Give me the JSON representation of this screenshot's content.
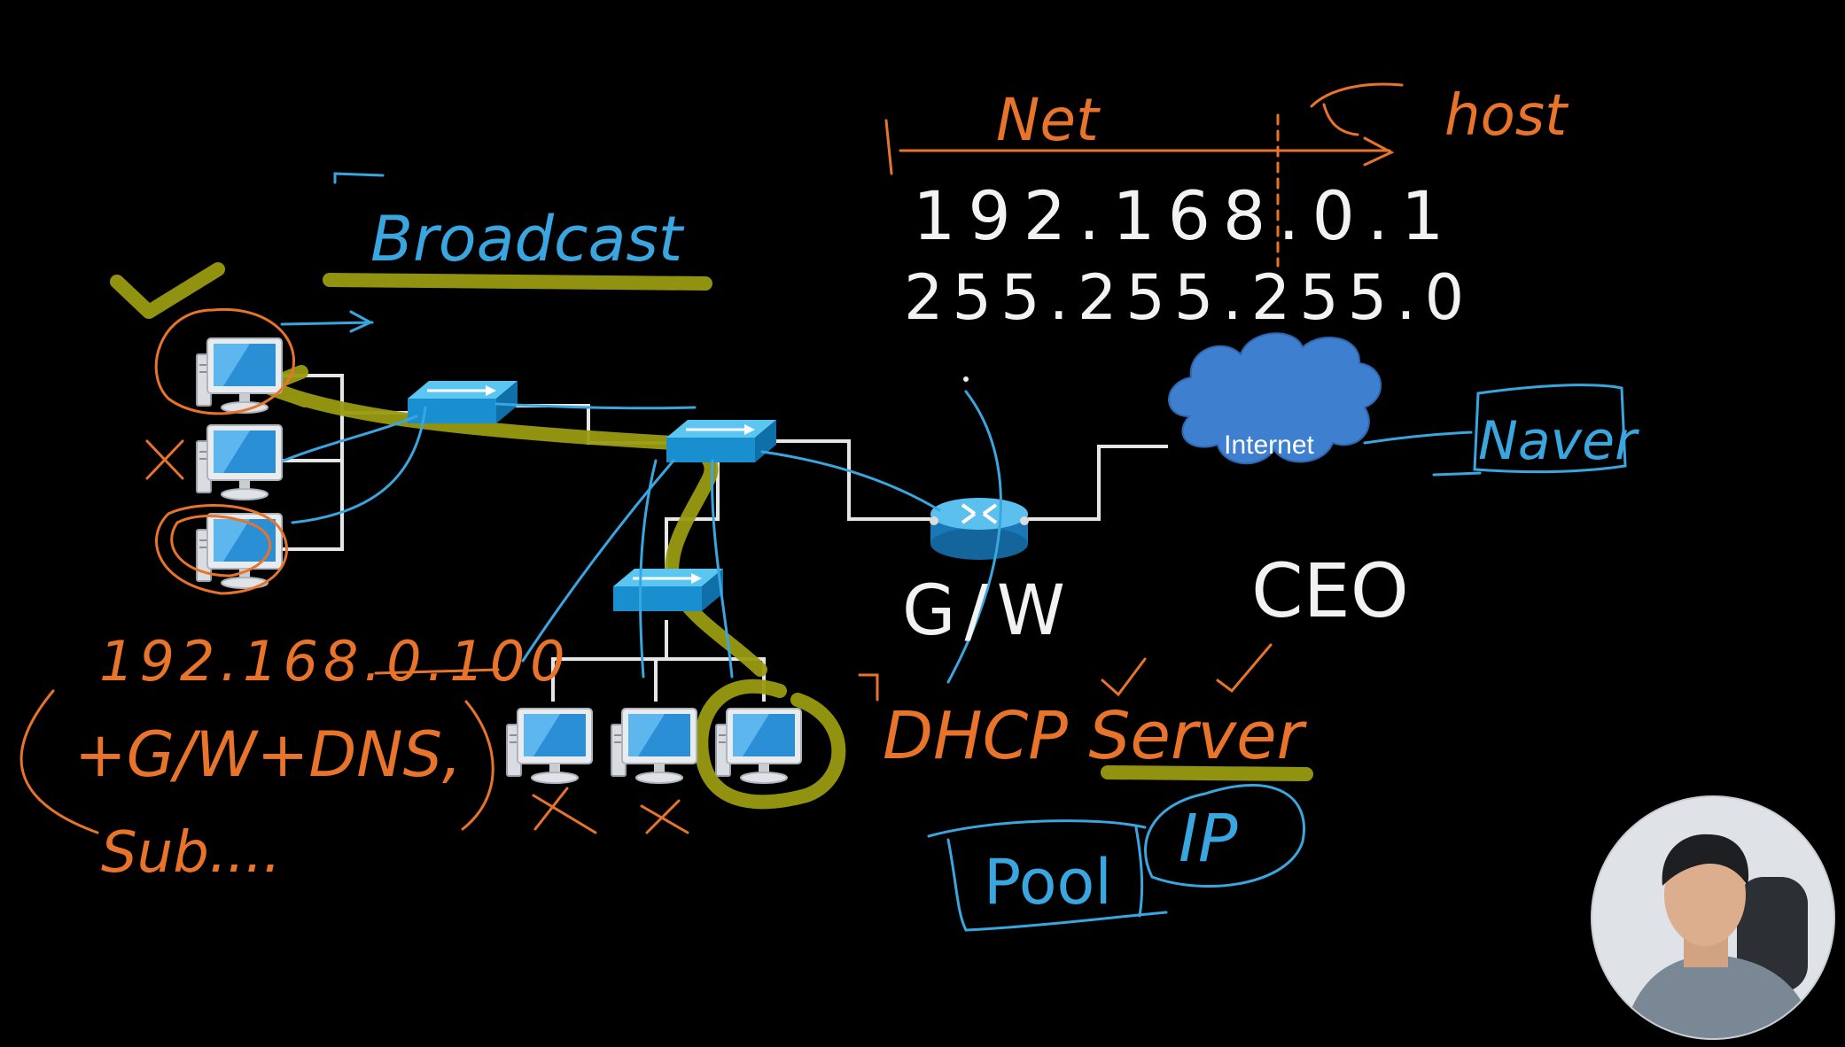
{
  "colors": {
    "background": "#000000",
    "ink_orange": "#e8732a",
    "ink_blue": "#3aa6e0",
    "ink_white": "#f2f2f2",
    "highlight_yellow": "#9a9a12",
    "device_blue": "#1e9bd7",
    "cloud_blue": "#3f7fd0",
    "wire_white": "#e6e6e6"
  },
  "annotations": {
    "broadcast": "Broadcast",
    "net_label": "Net",
    "host_label": "host",
    "ip_address": "192.168.0.1",
    "subnet_mask": "255.255.255.0",
    "gw": "G/W",
    "dhcp_server": "DHCP Server",
    "pool": "Pool",
    "ip": "IP",
    "naver": "Naver",
    "korean_word": "CEO",
    "assigned_ip": "192.168.0.100",
    "plus_gw_dns": "+G/W+DNS,",
    "sub": "Sub....",
    "x_mark": "×"
  },
  "cloud": {
    "label": "Internet"
  },
  "icons": {
    "pc": "desktop-computer-icon",
    "switch": "network-switch-icon",
    "router": "router-icon",
    "cloud": "cloud-icon",
    "presenter": "webcam-presenter"
  }
}
